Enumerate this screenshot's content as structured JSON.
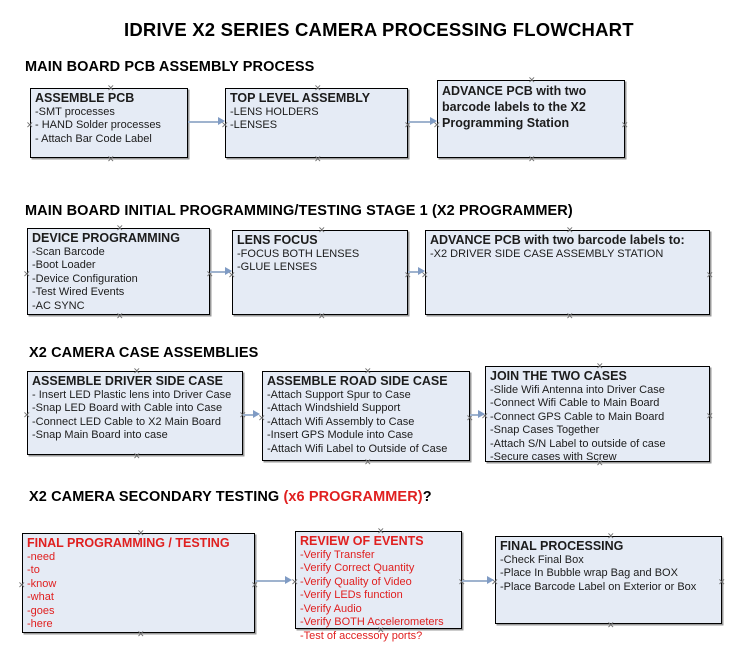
{
  "document": {
    "title": "IDRIVE X2  SERIES CAMERA PROCESSING FLOWCHART"
  },
  "colors": {
    "box_fill": "#e5ebf5",
    "box_border": "#000000",
    "connector": "#9fb3ce",
    "accent_red": "#e02020",
    "text": "#1c1c1c"
  },
  "sections": [
    {
      "id": "main-board-pcb-assembly",
      "heading": "MAIN BOARD PCB ASSEMBLY PROCESS",
      "heading_accent": "",
      "heading_tail": "",
      "boxes": [
        {
          "id": "assemble-pcb",
          "title": "ASSEMBLE PCB",
          "lines": [
            "-SMT processes",
            "- HAND Solder processes",
            "- Attach Bar Code Label"
          ]
        },
        {
          "id": "top-level-assembly",
          "title": "TOP LEVEL ASSEMBLY",
          "lines": [
            "-LENS HOLDERS",
            "-LENSES"
          ]
        },
        {
          "id": "advance-pcb-x2-programming-station",
          "title": "ADVANCE PCB with two barcode labels to the  X2 Programming Station",
          "lines": []
        }
      ]
    },
    {
      "id": "main-board-initial-programming",
      "heading": "MAIN BOARD INITIAL PROGRAMMING/TESTING STAGE 1 (X2 PROGRAMMER)",
      "heading_accent": "",
      "heading_tail": "",
      "boxes": [
        {
          "id": "device-programming",
          "title": "DEVICE PROGRAMMING",
          "lines": [
            "-Scan Barcode",
            "-Boot Loader",
            "-Device Configuration",
            "-Test Wired Events",
            "-AC SYNC"
          ]
        },
        {
          "id": "lens-focus",
          "title": "LENS FOCUS",
          "lines": [
            "-FOCUS BOTH LENSES",
            "-GLUE LENSES"
          ]
        },
        {
          "id": "advance-pcb-driver-side-case",
          "title": "ADVANCE PCB with two barcode labels to:",
          "lines": [
            "-X2 DRIVER  SIDE  CASE  ASSEMBLY STATION"
          ]
        }
      ]
    },
    {
      "id": "x2-camera-case-assemblies",
      "heading": "X2 CAMERA CASE ASSEMBLIES",
      "heading_accent": "",
      "heading_tail": "",
      "boxes": [
        {
          "id": "assemble-driver-side-case",
          "title": "ASSEMBLE DRIVER SIDE CASE",
          "lines": [
            "- Insert LED Plastic lens into Driver Case",
            "-Snap LED Board with Cable into Case",
            "-Connect LED Cable to X2 Main Board",
            "-Snap Main Board into case"
          ]
        },
        {
          "id": "assemble-road-side-case",
          "title": "ASSEMBLE ROAD SIDE CASE",
          "lines": [
            "-Attach Support Spur to Case",
            "-Attach Windshield Support",
            "-Attach Wifi Assembly to Case",
            "-Insert GPS Module into Case",
            "-Attach Wifi Label to Outside of Case"
          ]
        },
        {
          "id": "join-the-two-cases",
          "title": "JOIN THE TWO CASES",
          "lines": [
            "-Slide Wifi Antenna into Driver Case",
            "-Connect Wifi Cable to Main Board",
            "-Connect GPS Cable to Main Board",
            "-Snap Cases Together",
            "-Attach S/N Label to outside of case",
            "-Secure cases with Screw"
          ]
        }
      ]
    },
    {
      "id": "x2-camera-secondary-testing",
      "heading": "X2 CAMERA SECONDARY TESTING ",
      "heading_accent": "(x6 PROGRAMMER)",
      "heading_tail": "?",
      "boxes": [
        {
          "id": "final-programming-testing",
          "title": "FINAL PROGRAMMING / TESTING",
          "lines": [
            "-need",
            "-to",
            "-know",
            "-what",
            "-goes",
            "-here"
          ]
        },
        {
          "id": "review-of-events",
          "title": "REVIEW OF EVENTS",
          "lines": [
            "-Verify Transfer",
            "-Verify Correct Quantity",
            "-Verify Quality of Video",
            "-Verify LEDs function",
            "-Verify Audio",
            "-Verify BOTH Accelerometers",
            "-Test of accessory ports?"
          ]
        },
        {
          "id": "final-processing",
          "title": "FINAL PROCESSING",
          "lines": [
            "-Check Final Box",
            "-Place In Bubble wrap Bag and BOX",
            "-Place Barcode Label on Exterior or Box"
          ]
        }
      ]
    }
  ],
  "connectors": [
    {
      "id": "assemble-pcb-to-top-level",
      "from": "assemble-pcb",
      "to": "top-level-assembly"
    },
    {
      "id": "top-level-to-advance-pcb",
      "from": "top-level-assembly",
      "to": "advance-pcb-x2-programming-station"
    },
    {
      "id": "device-programming-to-lens-focus",
      "from": "device-programming",
      "to": "lens-focus"
    },
    {
      "id": "lens-focus-to-advance-pcb-2",
      "from": "lens-focus",
      "to": "advance-pcb-driver-side-case"
    },
    {
      "id": "driver-case-to-road-case",
      "from": "assemble-driver-side-case",
      "to": "assemble-road-side-case"
    },
    {
      "id": "road-case-to-join-cases",
      "from": "assemble-road-side-case",
      "to": "join-the-two-cases"
    },
    {
      "id": "final-programming-to-review",
      "from": "final-programming-testing",
      "to": "review-of-events"
    },
    {
      "id": "review-to-final-processing",
      "from": "review-of-events",
      "to": "final-processing"
    }
  ]
}
